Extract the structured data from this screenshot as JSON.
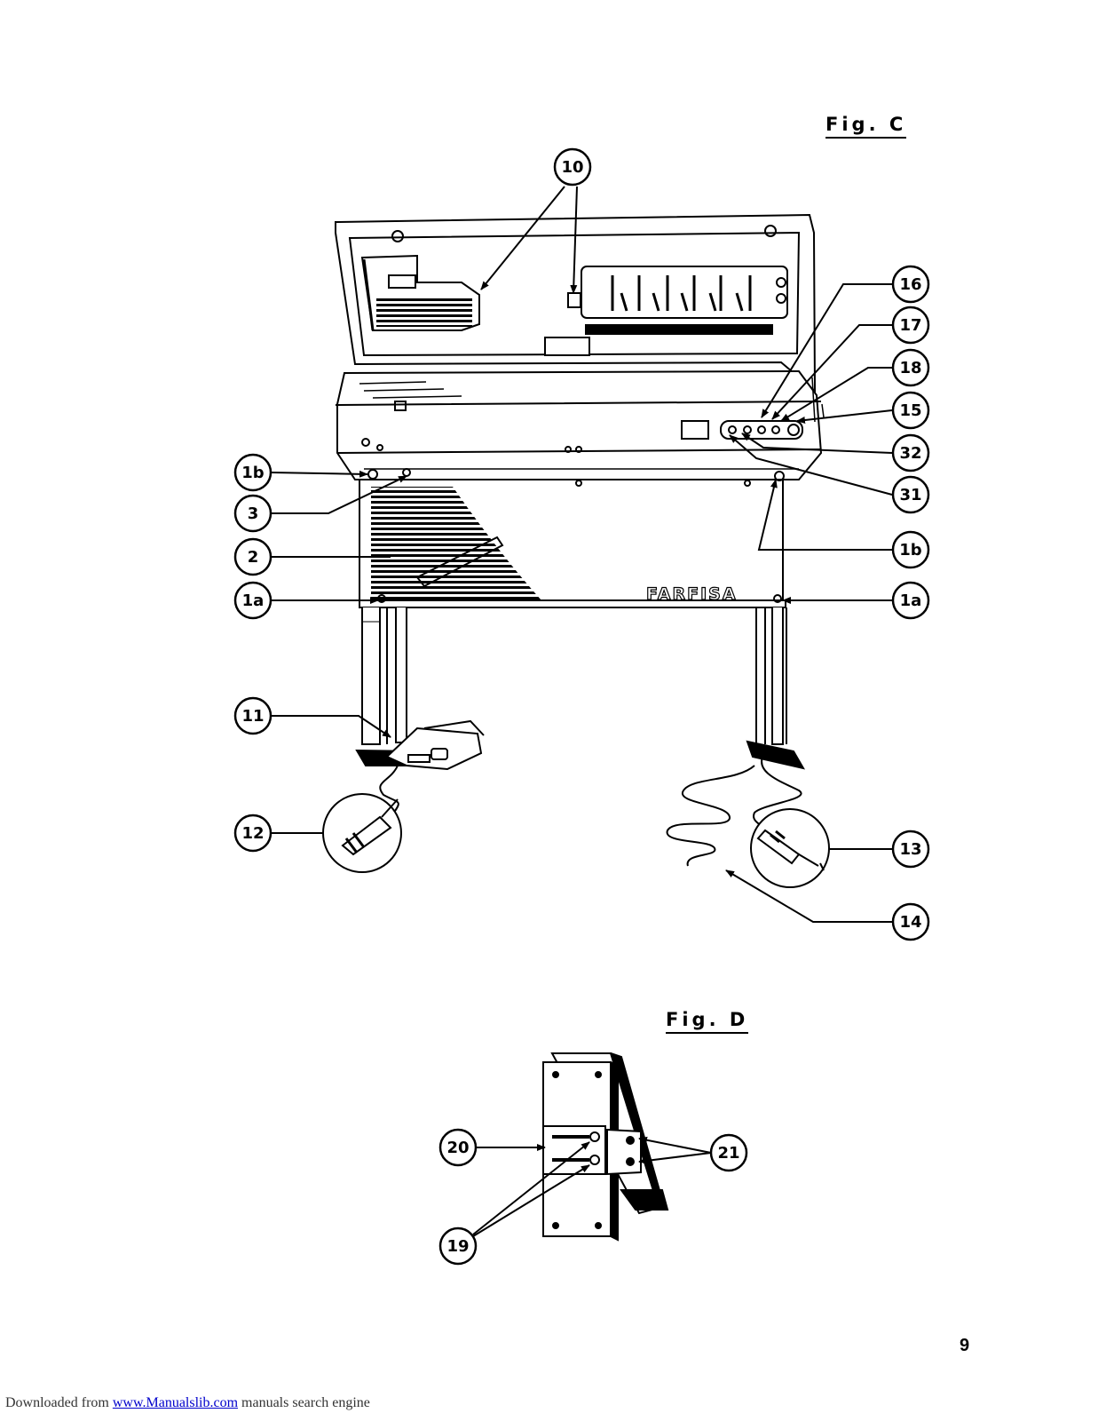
{
  "figures": {
    "fig_c": {
      "title": "Fig. C",
      "callouts": {
        "c10": "10",
        "c16": "16",
        "c17": "17",
        "c18": "18",
        "c15": "15",
        "c32": "32",
        "c31": "31",
        "c1b_left": "1b",
        "c3": "3",
        "c2": "2",
        "c1a_left": "1a",
        "c1b_right": "1b",
        "c1a_right": "1a",
        "c11": "11",
        "c12": "12",
        "c13": "13",
        "c14": "14"
      },
      "brand": "FARFISA"
    },
    "fig_d": {
      "title": "Fig. D",
      "callouts": {
        "c20": "20",
        "c21": "21",
        "c19": "19"
      }
    }
  },
  "page_number": "9",
  "footer": {
    "prefix": "Downloaded from ",
    "link_text": "www.Manualslib.com",
    "suffix": " manuals search engine"
  }
}
